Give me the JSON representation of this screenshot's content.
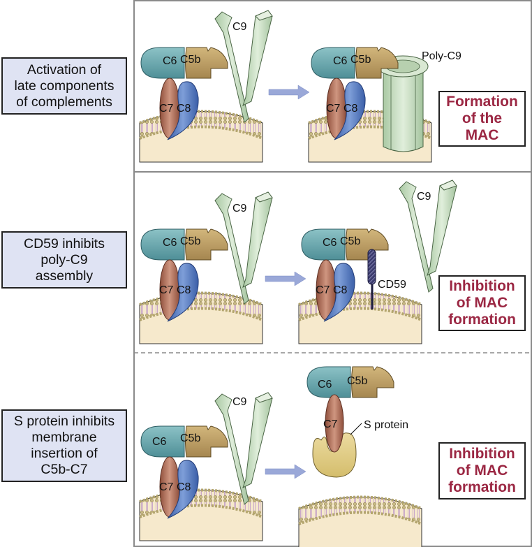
{
  "rows": [
    {
      "label": "Activation of\nlate components\nof complements",
      "result": "Formation\nof the\nMAC",
      "left_components": {
        "c6": "C6",
        "c5b": "C5b",
        "c7": "C7",
        "c8": "C8",
        "c9": "C9"
      },
      "right_components": {
        "c6": "C6",
        "c5b": "C5b",
        "c7": "C7",
        "c8": "C8",
        "poly_c9": "Poly-C9"
      }
    },
    {
      "label": "CD59 inhibits\npoly-C9\nassembly",
      "result": "Inhibition\nof MAC\nformation",
      "left_components": {
        "c6": "C6",
        "c5b": "C5b",
        "c7": "C7",
        "c8": "C8",
        "c9": "C9"
      },
      "right_components": {
        "c6": "C6",
        "c5b": "C5b",
        "c7": "C7",
        "c8": "C8",
        "c9": "C9",
        "cd59": "CD59"
      }
    },
    {
      "label": "S protein inhibits\nmembrane\ninsertion of\nC5b-C7",
      "result": "Inhibition\nof MAC\nformation",
      "left_components": {
        "c6": "C6",
        "c5b": "C5b",
        "c7": "C7",
        "c8": "C8",
        "c9": "C9"
      },
      "right_components": {
        "c6": "C6",
        "c5b": "C5b",
        "c7": "C7",
        "s_protein": "S protein"
      }
    }
  ],
  "colors": {
    "label_bg": "#dfe3f3",
    "result_text": "#9b2743",
    "c6": "#6aa7ad",
    "c5b": "#b89c62",
    "c7": "#b06d55",
    "c8": "#4f74b8",
    "c9": "#c7dcc0",
    "cell": "#f6e9cc",
    "arrow": "#9aa8d8",
    "s_protein": "#e2cf86",
    "cd59": "#3c3c6e"
  }
}
